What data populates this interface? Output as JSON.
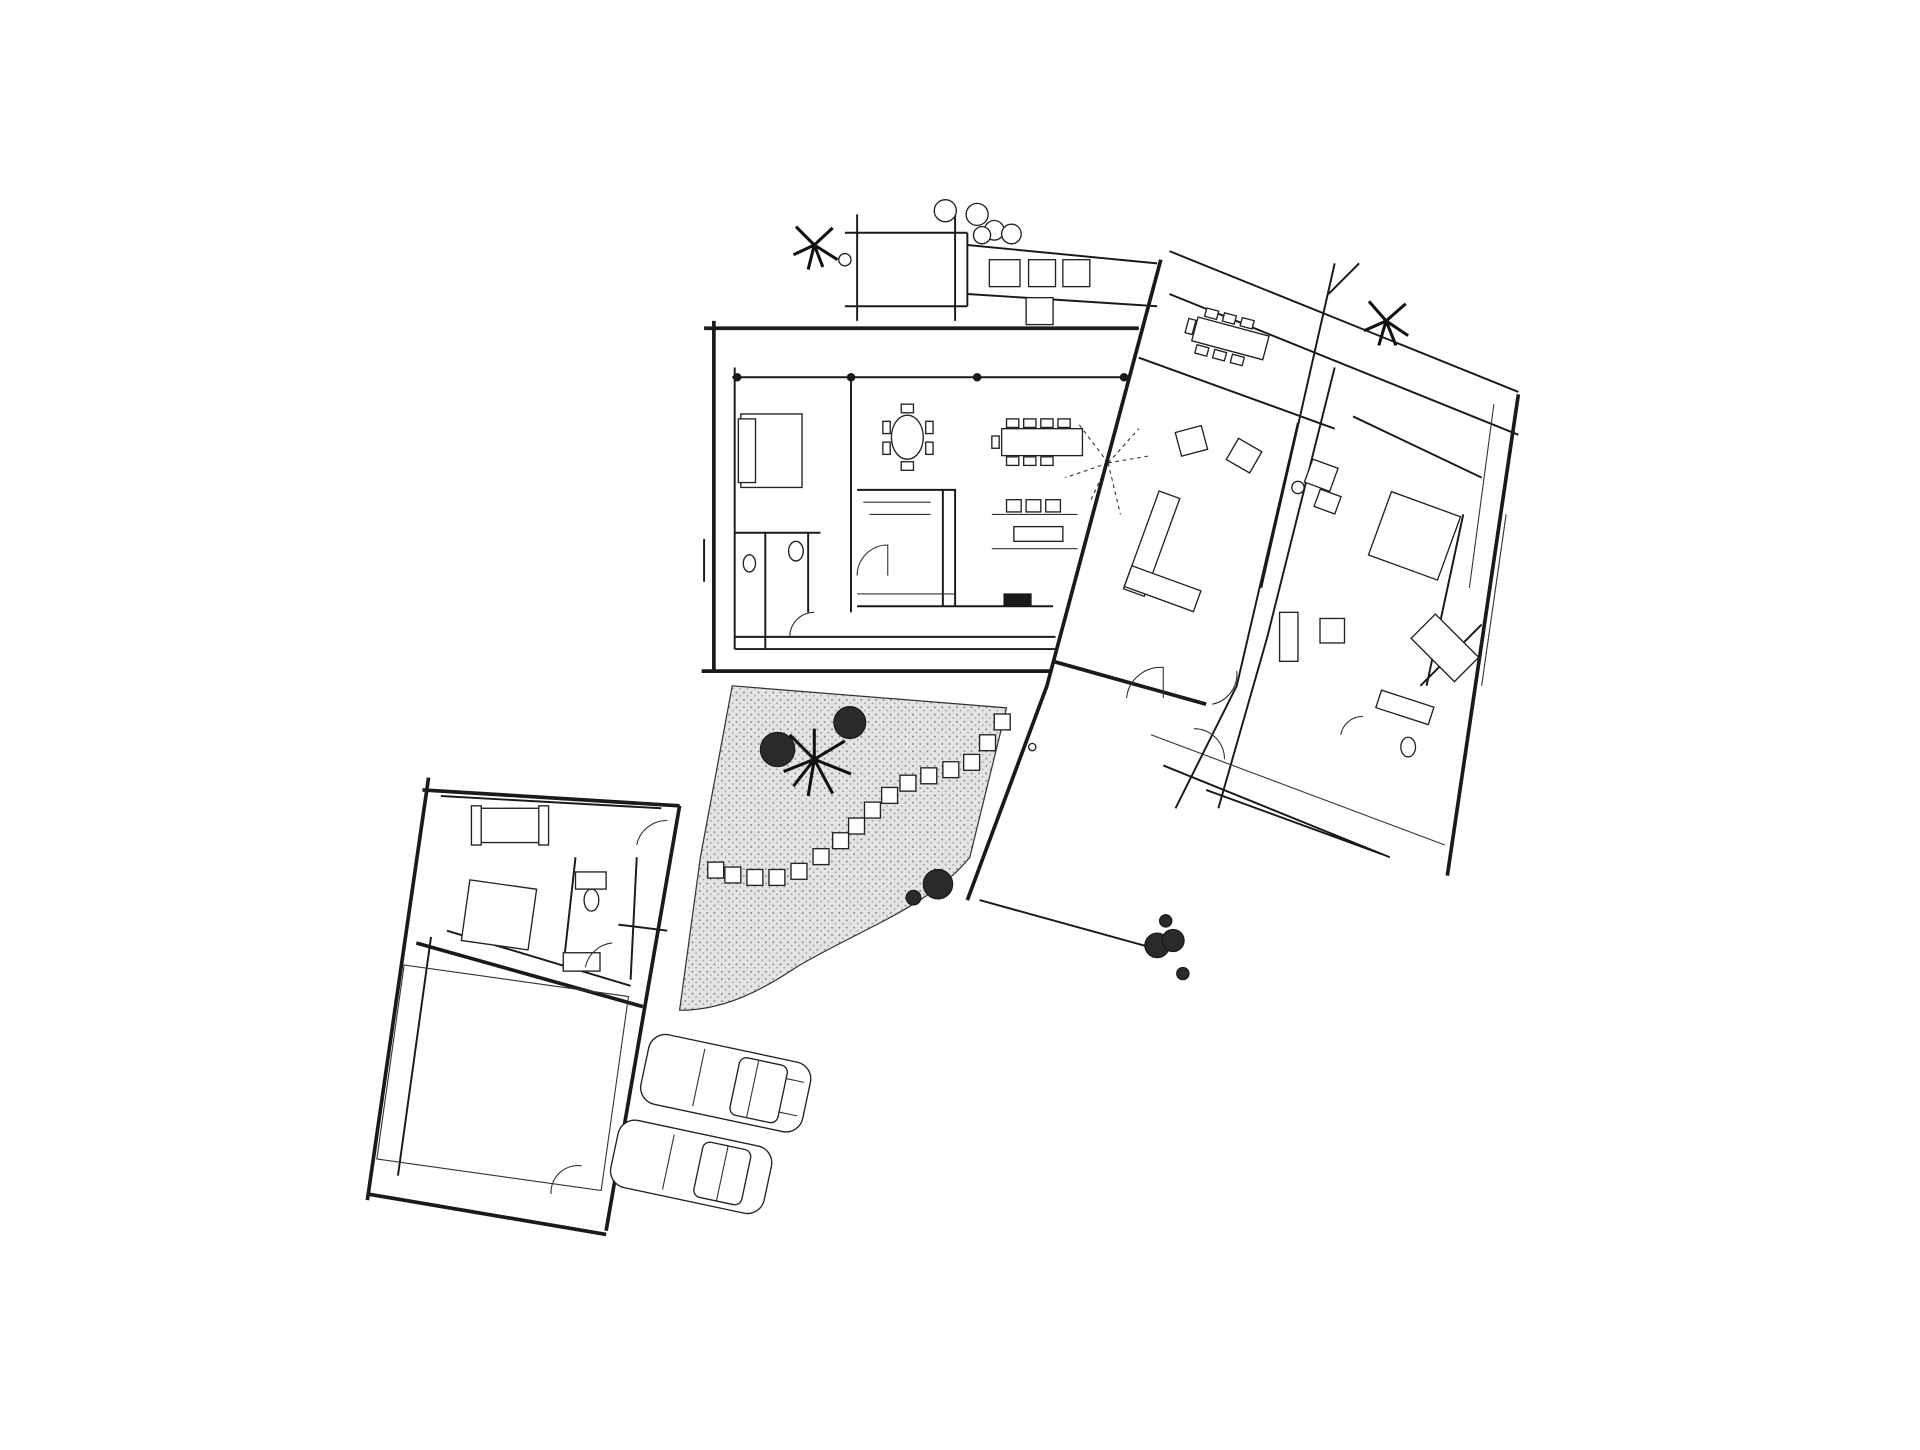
{
  "drawing": {
    "kind": "architectural floor plan sketch",
    "colors": {
      "background": "#ffffff",
      "ink": "#1a1a1a",
      "courtyard_fill": "#d9d9d9"
    },
    "elements": {
      "main_building": [
        "bedroom",
        "bathroom",
        "kitchen",
        "dining",
        "breakfast-table"
      ],
      "angled_wing": [
        "living-room",
        "l-sofa",
        "armchairs",
        "outdoor-dining"
      ],
      "right_wing": [
        "master-bedroom",
        "bathtub",
        "bathroom"
      ],
      "guest_house": [
        "sofa",
        "bed",
        "bathroom"
      ],
      "garage": [
        "car",
        "car"
      ],
      "courtyard": [
        "stepping-stones",
        "palm",
        "shrubs"
      ]
    },
    "icons": [
      "palm-tree-icon",
      "shrub-icon",
      "car-icon",
      "bed-icon",
      "sofa-icon",
      "table-icon",
      "toilet-icon",
      "door-swing-icon"
    ]
  }
}
